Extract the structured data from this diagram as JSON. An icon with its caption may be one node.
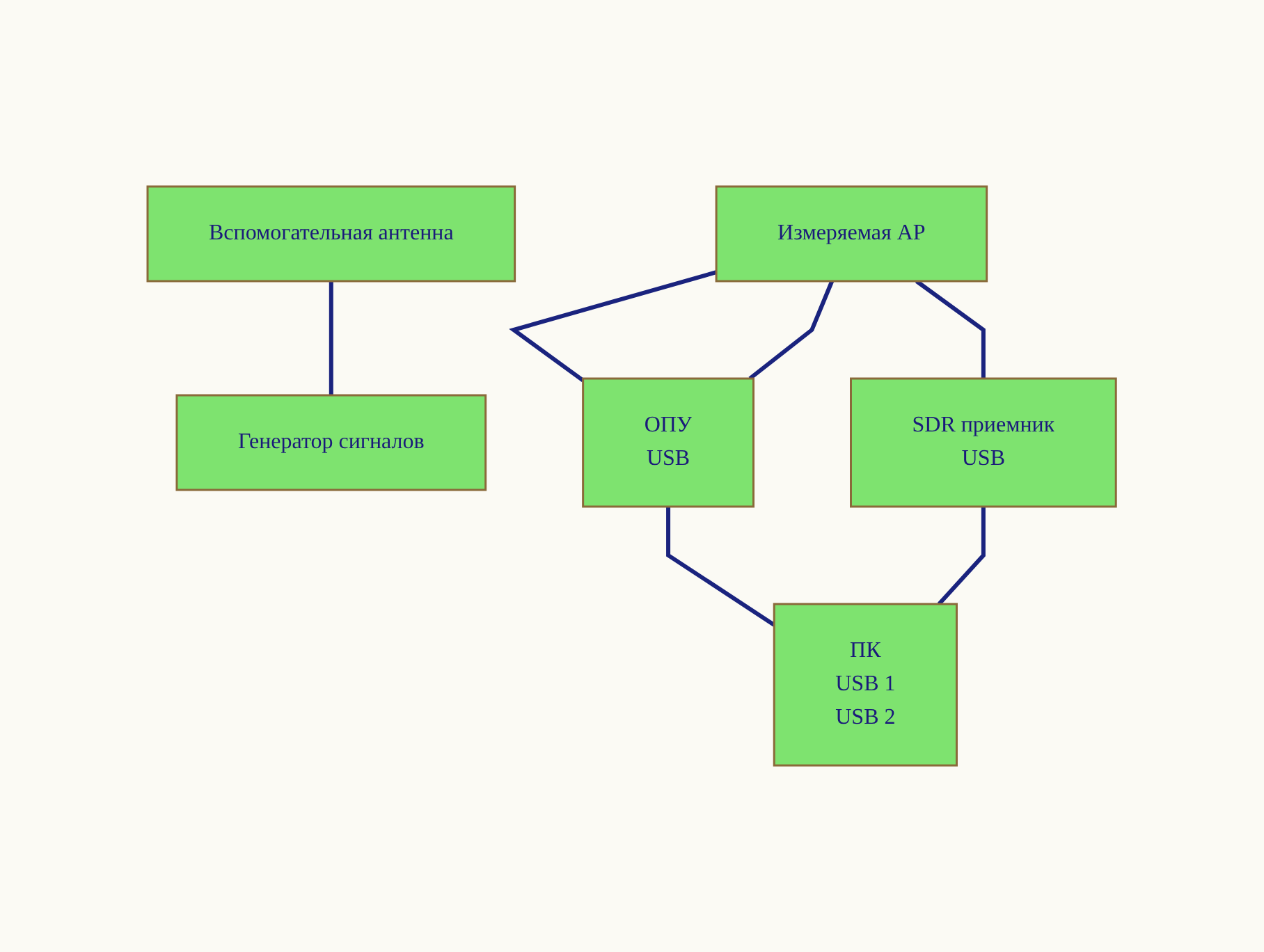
{
  "diagram": {
    "nodes": [
      {
        "text": [
          "Вспомогательная антенна"
        ]
      },
      {
        "text": [
          "Генератор сигналов"
        ]
      },
      {
        "text": [
          "Измеряемая АР"
        ]
      },
      {
        "text": [
          "SDR приемник",
          "USB"
        ]
      },
      {
        "text": [
          "ОПУ",
          "USB"
        ]
      },
      {
        "text": [
          "ПК",
          "USB 1",
          "USB 2"
        ]
      }
    ],
    "edges": [
      {
        "from": 0,
        "to": 1,
        "arrow": "none"
      },
      {
        "from": 2,
        "to": 3,
        "arrow": "none"
      },
      {
        "from": 2,
        "to": 4,
        "arrow": "none"
      },
      {
        "from": 2,
        "to": 4,
        "arrow": "none"
      },
      {
        "from": 4,
        "to": 5,
        "arrow": "none"
      },
      {
        "from": 3,
        "to": 5,
        "arrow": "none"
      }
    ]
  }
}
